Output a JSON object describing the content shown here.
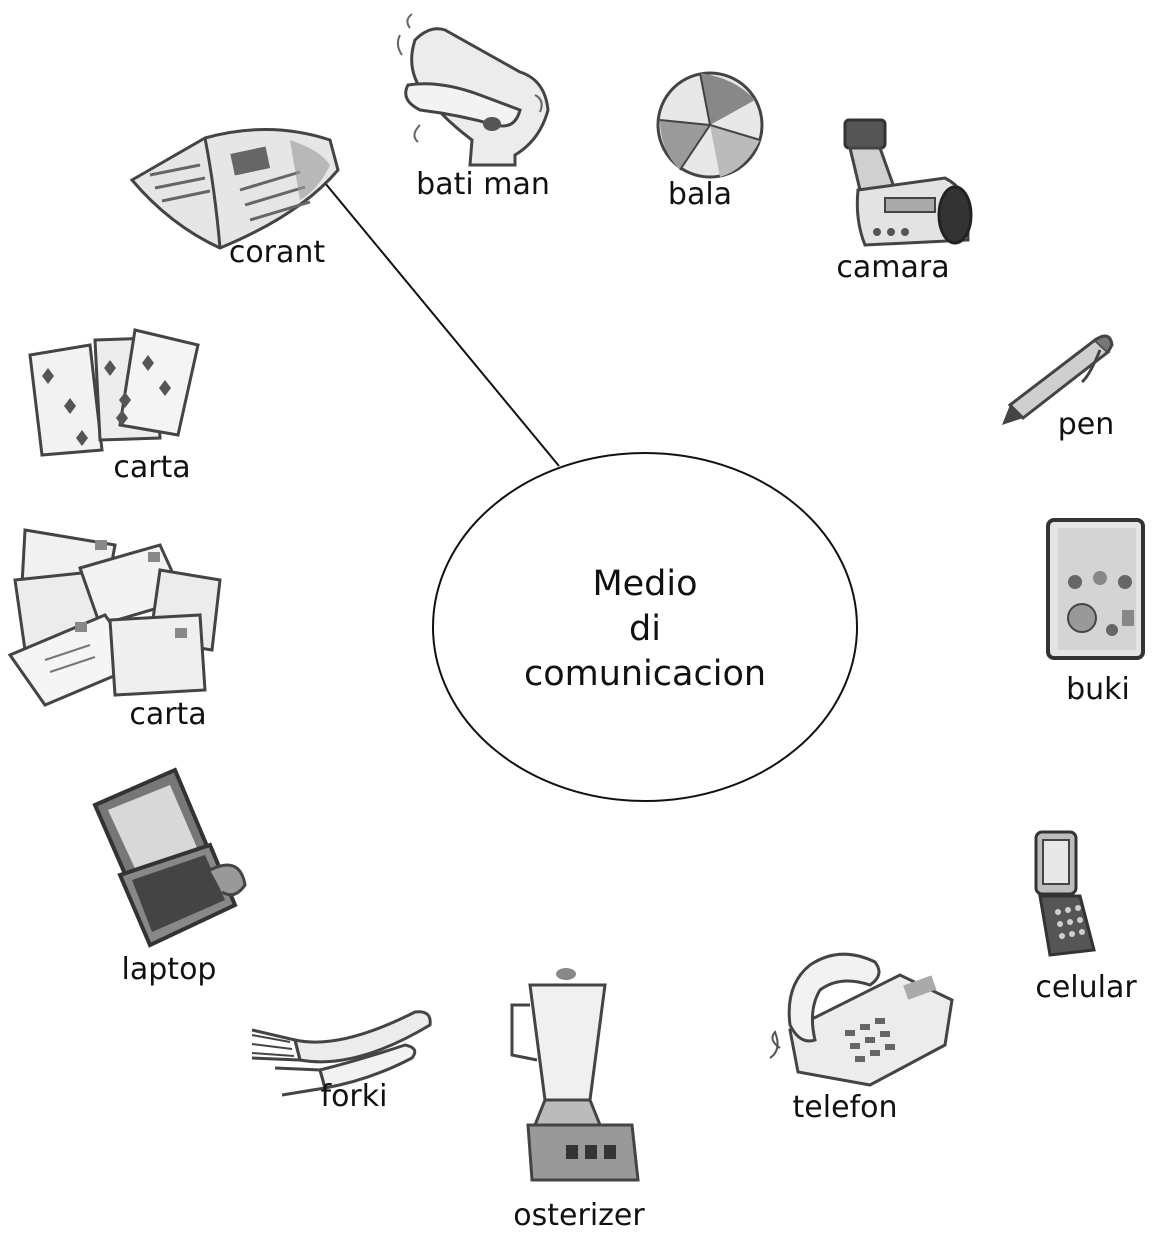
{
  "center": {
    "lines": [
      "Medio",
      "di",
      "comunicacion"
    ]
  },
  "items": [
    {
      "label": "corant",
      "icon": "newspaper-icon"
    },
    {
      "label": "bati man",
      "icon": "clapping-hands-icon"
    },
    {
      "label": "bala",
      "icon": "ball-icon"
    },
    {
      "label": "camara",
      "icon": "video-camera-icon"
    },
    {
      "label": "pen",
      "icon": "pen-icon"
    },
    {
      "label": "buki",
      "icon": "book-icon"
    },
    {
      "label": "celular",
      "icon": "mobile-phone-icon"
    },
    {
      "label": "telefon",
      "icon": "telephone-icon"
    },
    {
      "label": "osterizer",
      "icon": "blender-icon"
    },
    {
      "label": "forki",
      "icon": "forks-icon"
    },
    {
      "label": "laptop",
      "icon": "laptop-icon"
    },
    {
      "label": "carta",
      "icon": "envelopes-icon"
    },
    {
      "label": "carta",
      "icon": "playing-cards-icon"
    }
  ],
  "colors": {
    "ink": "#111111",
    "drawing": "#444444",
    "fill": "#d9d9d9",
    "dark": "#777777"
  }
}
